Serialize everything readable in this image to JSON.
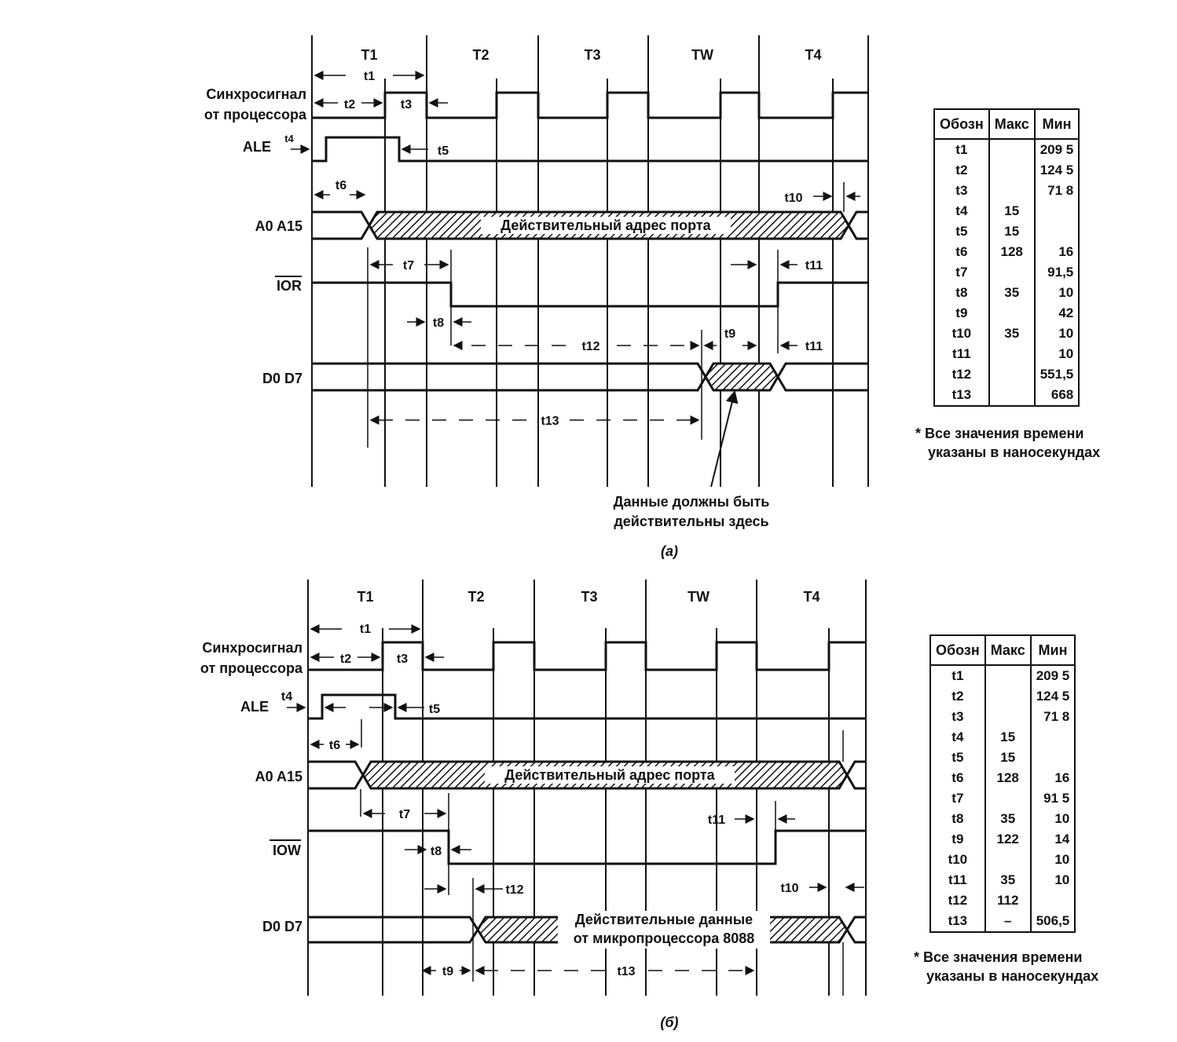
{
  "panels": [
    {
      "id": "a",
      "caption": "(a)",
      "cycles": [
        "T1",
        "T2",
        "T3",
        "TW",
        "T4"
      ],
      "signals": {
        "clk_line1": "Синхросигнал",
        "clk_line2": "от процессора",
        "ale": "ALE",
        "addr": "A0 A15",
        "ctrl": "IOR",
        "data": "D0 D7"
      },
      "addr_label": "Действительный адрес порта",
      "data_label_1": "",
      "data_label_2": "",
      "note_line1": "Данные должны быть",
      "note_line2": "действительны здесь",
      "marks": {
        "t1": "t1",
        "t2": "t2",
        "t3": "t3",
        "t4": "t4",
        "t5": "t5",
        "t6": "t6",
        "t7": "t7",
        "t8": "t8",
        "t9": "t9",
        "t10": "t10",
        "t11a": "t11",
        "t11b": "t11",
        "t12": "t12",
        "t13": "t13"
      },
      "table": {
        "headers": [
          "Обозн",
          "Макс",
          "Мин"
        ],
        "rows": [
          [
            "t1",
            "",
            "209 5"
          ],
          [
            "t2",
            "",
            "124 5"
          ],
          [
            "t3",
            "",
            "71 8"
          ],
          [
            "t4",
            "15",
            ""
          ],
          [
            "t5",
            "15",
            ""
          ],
          [
            "t6",
            "128",
            "16"
          ],
          [
            "t7",
            "",
            "91,5"
          ],
          [
            "t8",
            "35",
            "10"
          ],
          [
            "t9",
            "",
            "42"
          ],
          [
            "t10",
            "35",
            "10"
          ],
          [
            "t11",
            "",
            "10"
          ],
          [
            "t12",
            "",
            "551,5"
          ],
          [
            "t13",
            "",
            "668"
          ]
        ]
      },
      "footnote_line1": "* Все значения времени",
      "footnote_line2": "указаны в наносекундах"
    },
    {
      "id": "b",
      "caption": "(б)",
      "cycles": [
        "T1",
        "T2",
        "T3",
        "TW",
        "T4"
      ],
      "signals": {
        "clk_line1": "Синхросигнал",
        "clk_line2": "от процессора",
        "ale": "ALE",
        "addr": "A0 A15",
        "ctrl": "IOW",
        "data": "D0 D7"
      },
      "addr_label": "Действительный адрес порта",
      "data_label_1": "Действительные данные",
      "data_label_2": "от микропроцессора 8088",
      "note_line1": "",
      "note_line2": "",
      "marks": {
        "t1": "t1",
        "t2": "t2",
        "t3": "t3",
        "t4": "t4",
        "t5": "t5",
        "t6": "t6",
        "t7": "t7",
        "t8": "t8",
        "t9": "t9",
        "t10": "t10",
        "t11a": "t11",
        "t11b": "",
        "t12": "t12",
        "t13": "t13"
      },
      "table": {
        "headers": [
          "Обозн",
          "Макс",
          "Мин"
        ],
        "rows": [
          [
            "t1",
            "",
            "209 5"
          ],
          [
            "t2",
            "",
            "124 5"
          ],
          [
            "t3",
            "",
            "71 8"
          ],
          [
            "t4",
            "15",
            ""
          ],
          [
            "t5",
            "15",
            ""
          ],
          [
            "t6",
            "128",
            "16"
          ],
          [
            "t7",
            "",
            "91 5"
          ],
          [
            "t8",
            "35",
            "10"
          ],
          [
            "t9",
            "122",
            "14"
          ],
          [
            "t10",
            "",
            "10"
          ],
          [
            "t11",
            "35",
            "10"
          ],
          [
            "t12",
            "112",
            ""
          ],
          [
            "t13",
            "–",
            "506,5"
          ]
        ]
      },
      "footnote_line1": "* Все значения времени",
      "footnote_line2": "указаны в наносекундах"
    }
  ]
}
